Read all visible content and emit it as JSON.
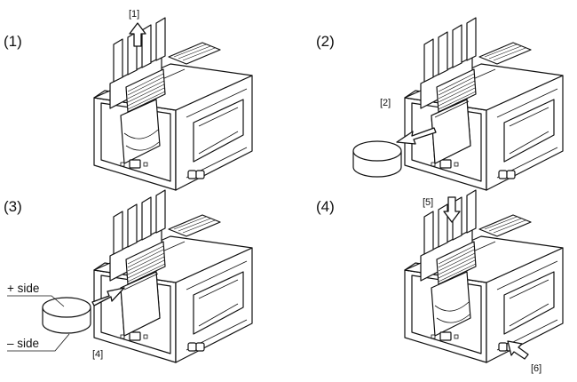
{
  "steps": [
    {
      "label": "(1)"
    },
    {
      "label": "(2)"
    },
    {
      "label": "(3)"
    },
    {
      "label": "(4)"
    }
  ],
  "callouts": {
    "c1": "[1]",
    "c2": "[2]",
    "c4": "[4]",
    "c5": "[5]",
    "c6": "[6]"
  },
  "battery": {
    "plus_side": "+ side",
    "minus_side": "– side"
  }
}
